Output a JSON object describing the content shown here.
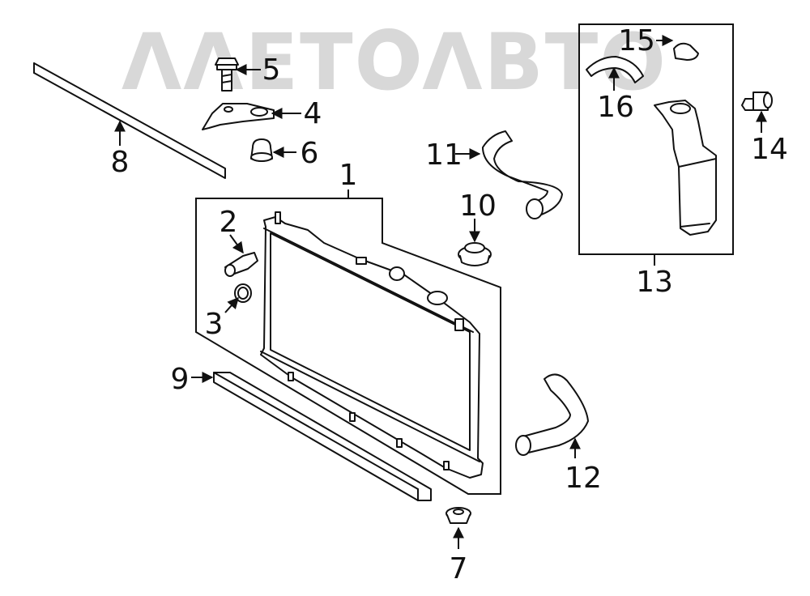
{
  "watermark": {
    "text": "ΛΛΕΤΟΛΒΤΟ",
    "color": "#d8d8d8"
  },
  "colors": {
    "line": "#111111",
    "background": "#ffffff"
  },
  "callouts": [
    {
      "id": "1",
      "label": "1"
    },
    {
      "id": "2",
      "label": "2"
    },
    {
      "id": "3",
      "label": "3"
    },
    {
      "id": "4",
      "label": "4"
    },
    {
      "id": "5",
      "label": "5"
    },
    {
      "id": "6",
      "label": "6"
    },
    {
      "id": "7",
      "label": "7"
    },
    {
      "id": "8",
      "label": "8"
    },
    {
      "id": "9",
      "label": "9"
    },
    {
      "id": "10",
      "label": "10"
    },
    {
      "id": "11",
      "label": "11"
    },
    {
      "id": "12",
      "label": "12"
    },
    {
      "id": "13",
      "label": "13"
    },
    {
      "id": "14",
      "label": "14"
    },
    {
      "id": "15",
      "label": "15"
    },
    {
      "id": "16",
      "label": "16"
    }
  ]
}
